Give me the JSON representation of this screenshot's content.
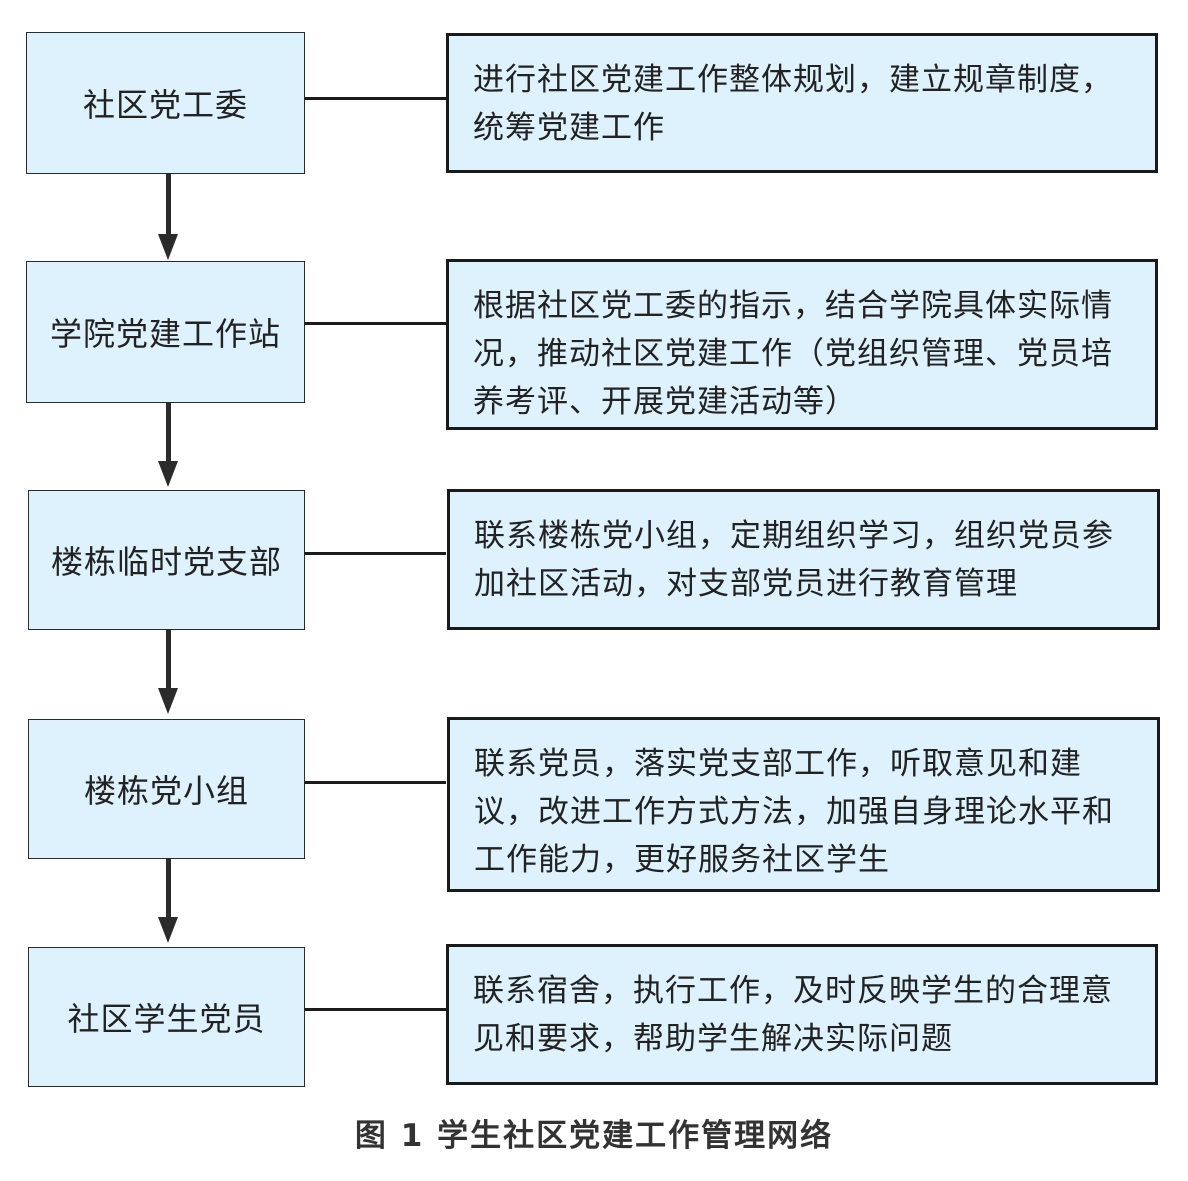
{
  "levels": [
    {
      "label": "社区党工委",
      "description": "进行社区党建工作整体规划，建立规章制度，统筹党建工作"
    },
    {
      "label": "学院党建工作站",
      "description": "根据社区党工委的指示，结合学院具体实际情况，推动社区党建工作（党组织管理、党员培养考评、开展党建活动等）"
    },
    {
      "label": "楼栋临时党支部",
      "description": "联系楼栋党小组，定期组织学习，组织党员参加社区活动，对支部党员进行教育管理"
    },
    {
      "label": "楼栋党小组",
      "description": "联系党员，落实党支部工作，听取意见和建议，改进工作方式方法，加强自身理论水平和工作能力，更好服务社区学生"
    },
    {
      "label": "社区学生党员",
      "description": "联系宿舍，执行工作，及时反映学生的合理意见和要求，帮助学生解决实际问题"
    }
  ],
  "caption": "图 1  学生社区党建工作管理网络",
  "colors": {
    "box_fill": "#ddf2fc",
    "border": "#1a1a1a",
    "text": "#222222"
  }
}
